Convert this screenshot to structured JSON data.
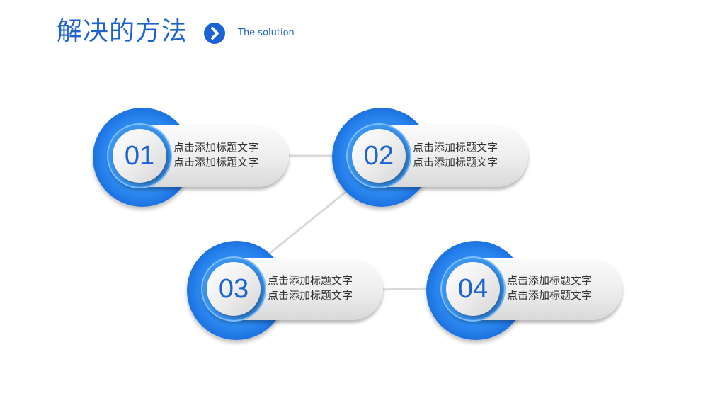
{
  "header": {
    "title": "解决的方法",
    "subtitle": "The solution",
    "arrow_icon": "chevron-right-circle-icon"
  },
  "colors": {
    "accent": "#1e63c9",
    "ring": "#2a86ee",
    "connector": "#d9d9d9"
  },
  "steps": [
    {
      "number": "01",
      "line1": "点击添加标题文字",
      "line2": "点击添加标题文字"
    },
    {
      "number": "02",
      "line1": "点击添加标题文字",
      "line2": "点击添加标题文字"
    },
    {
      "number": "03",
      "line1": "点击添加标题文字",
      "line2": "点击添加标题文字"
    },
    {
      "number": "04",
      "line1": "点击添加标题文字",
      "line2": "点击添加标题文字"
    }
  ],
  "connections": [
    {
      "from": "01",
      "to": "02"
    },
    {
      "from": "02",
      "to": "03"
    },
    {
      "from": "03",
      "to": "04"
    }
  ]
}
